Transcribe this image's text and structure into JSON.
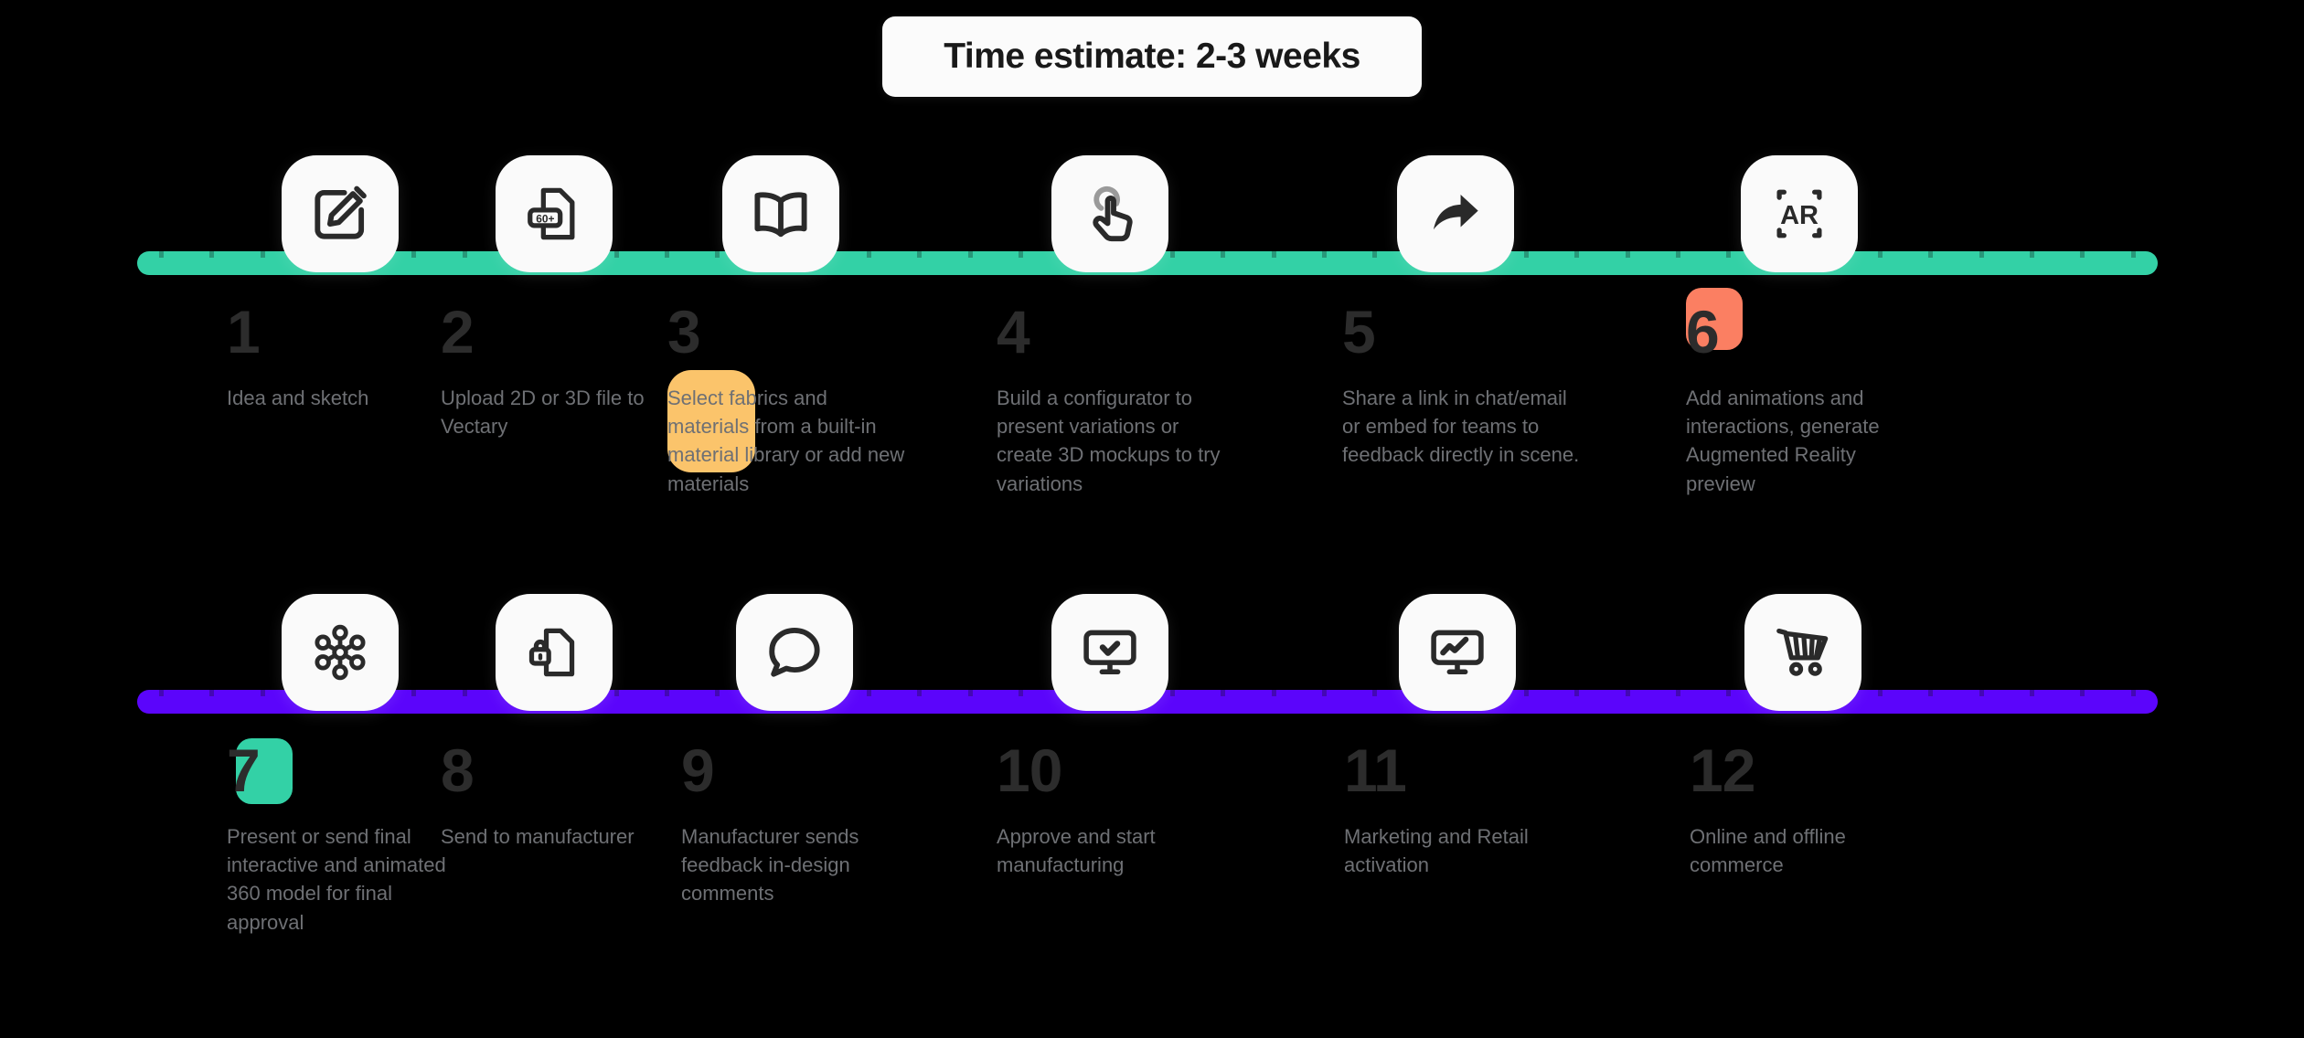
{
  "header": {
    "badge_label": "Time estimate: 2-3 weeks"
  },
  "colors": {
    "background": "#000000",
    "row1_bar": "#33D1A6",
    "row2_bar": "#5B05FB",
    "tile": "#FAFAFA",
    "number": "#2C2C2C",
    "description": "#6E7074",
    "blob_amber": "#FBC46B",
    "blob_coral": "#FB7F62",
    "blob_teal": "#33D1A6"
  },
  "rows": [
    {
      "name": "design-phase",
      "bar_color": "#33D1A6",
      "steps": [
        {
          "number": "1",
          "icon": "edit-square-icon",
          "description": "Idea and sketch"
        },
        {
          "number": "2",
          "icon": "file-60-plus-icon",
          "description": "Upload 2D or 3D file to Vectary"
        },
        {
          "number": "3",
          "icon": "open-book-icon",
          "description": "Select fabrics and materials from a built-in material library or add new materials"
        },
        {
          "number": "4",
          "icon": "tap-hand-icon",
          "description": "Build a configurator to present variations or create 3D mockups to try variations"
        },
        {
          "number": "5",
          "icon": "share-arrow-icon",
          "description": "Share a link in chat/email or embed for teams to feedback directly in scene."
        },
        {
          "number": "6",
          "icon": "ar-scan-icon",
          "description": "Add animations and interactions, generate Augmented Reality preview"
        }
      ]
    },
    {
      "name": "production-phase",
      "bar_color": "#5B05FB",
      "steps": [
        {
          "number": "7",
          "icon": "network-hub-icon",
          "description": "Present or send final interactive and animated 360 model for final approval"
        },
        {
          "number": "8",
          "icon": "locked-file-icon",
          "description": "Send to manufacturer"
        },
        {
          "number": "9",
          "icon": "speech-bubble-icon",
          "description": "Manufacturer sends feedback in-design comments"
        },
        {
          "number": "10",
          "icon": "monitor-check-icon",
          "description": "Approve and start manufacturing"
        },
        {
          "number": "11",
          "icon": "monitor-trend-icon",
          "description": "Marketing and Retail activation"
        },
        {
          "number": "12",
          "icon": "shopping-cart-icon",
          "description": "Online and offline commerce"
        }
      ]
    }
  ],
  "icon_labels": {
    "file_badge": "60+",
    "ar_label": "AR"
  }
}
